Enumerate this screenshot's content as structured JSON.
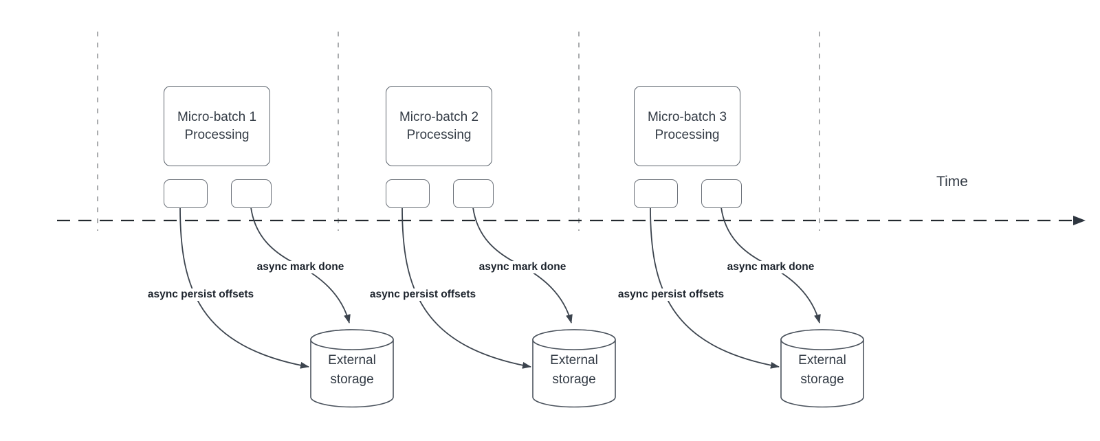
{
  "colors": {
    "ink": "#252b33",
    "guide": "#aaacae",
    "box-border": "#5a626b",
    "small-border": "#6a7078",
    "curve": "#3c444e",
    "text": "#333b45",
    "label": "#1c232c",
    "bg": "#ffffff"
  },
  "diagram": {
    "time_label": "Time",
    "groups": [
      {
        "processing_label": "Micro-batch 1\nProcessing",
        "persist_label": "async persist offsets",
        "mark_done_label": "async mark done",
        "storage_label": "External\nstorage"
      },
      {
        "processing_label": "Micro-batch 2\nProcessing",
        "persist_label": "async persist offsets",
        "mark_done_label": "async mark done",
        "storage_label": "External\nstorage"
      },
      {
        "processing_label": "Micro-batch 3\nProcessing",
        "persist_label": "async persist offsets",
        "mark_done_label": "async mark done",
        "storage_label": "External\nstorage"
      }
    ]
  }
}
